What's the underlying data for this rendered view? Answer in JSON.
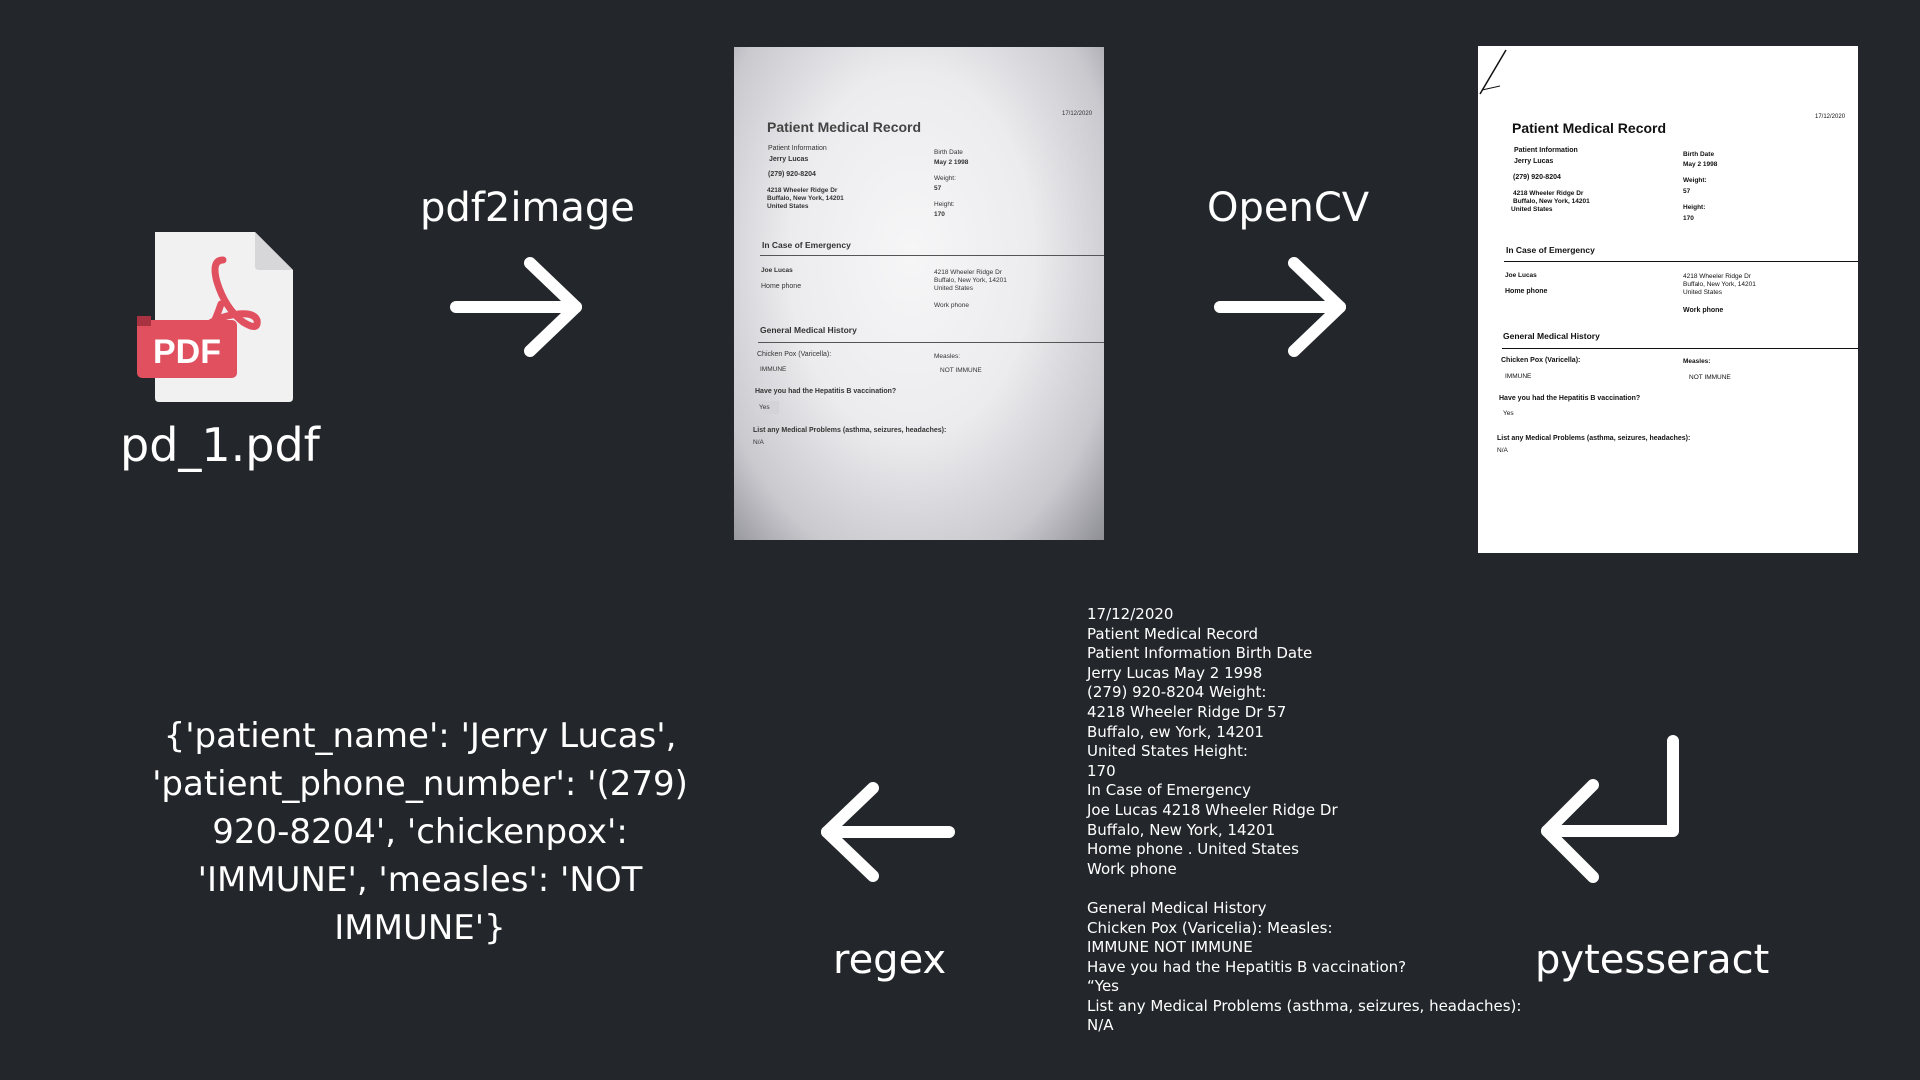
{
  "input_file": {
    "name": "pd_1.pdf",
    "icon": "pdf-file-icon",
    "badge": "PDF",
    "accent": "#e0505f"
  },
  "steps": {
    "pdf2image": "pdf2image",
    "opencv": "OpenCV",
    "pytesseract": "pytesseract",
    "regex": "regex"
  },
  "document": {
    "date": "17/12/2020",
    "title": "Patient Medical Record",
    "patient_info_label": "Patient Information",
    "patient_name": "Jerry Lucas",
    "patient_phone": "(279) 920-8204",
    "address_1": "4218 Wheeler Ridge Dr",
    "address_2": "Buffalo, New York, 14201",
    "address_3": "United States",
    "birth_label": "Birth Date",
    "birth_value": "May 2 1998",
    "weight_label": "Weight:",
    "weight_value": "57",
    "height_label": "Height:",
    "height_value": "170",
    "emergency_heading": "In Case of Emergency",
    "emergency_name": "Joe Lucas",
    "home_phone": "Home phone",
    "em_address_1": "4218 Wheeler Ridge Dr",
    "em_address_2": "Buffalo, New York, 14201",
    "em_address_3": "United States",
    "work_phone": "Work phone",
    "history_heading": "General Medical History",
    "chickenpox_label": "Chicken Pox (Varicella):",
    "chickenpox_value": "IMMUNE",
    "measles_label": "Measles:",
    "measles_value": "NOT IMMUNE",
    "hepb_question": "Have you had the Hepatitis B vaccination?",
    "hepb_answer": "Yes",
    "problems_question": "List any Medical Problems (asthma, seizures, headaches):",
    "problems_answer": "N/A"
  },
  "ocr_lines": [
    "17/12/2020",
    "Patient Medical Record",
    "Patient Information Birth Date",
    "Jerry Lucas May 2 1998",
    "(279) 920-8204 Weight:",
    "4218 Wheeler Ridge Dr 57",
    "Buffalo, ew York, 14201",
    "United States Height:",
    "170",
    "In Case of Emergency",
    "Joe Lucas 4218 Wheeler Ridge Dr",
    "Buffalo, New York, 14201",
    "Home phone . United States",
    "Work phone",
    "",
    "General Medical History",
    "Chicken Pox (Varicelia): Measles:",
    "IMMUNE NOT IMMUNE",
    "Have you had the Hepatitis B vaccination?",
    "“Yes",
    "List any Medical Problems (asthma, seizures, headaches):",
    "N/A"
  ],
  "regex_output": "{'patient_name': 'Jerry Lucas', 'patient_phone_number': '(279) 920-8204', 'chickenpox': 'IMMUNE', 'measles': 'NOT IMMUNE'}",
  "icons": {
    "arrow_1": "arrow-right-icon",
    "arrow_2": "arrow-right-icon",
    "arrow_3": "return-arrow-icon",
    "arrow_4": "arrow-left-icon"
  }
}
